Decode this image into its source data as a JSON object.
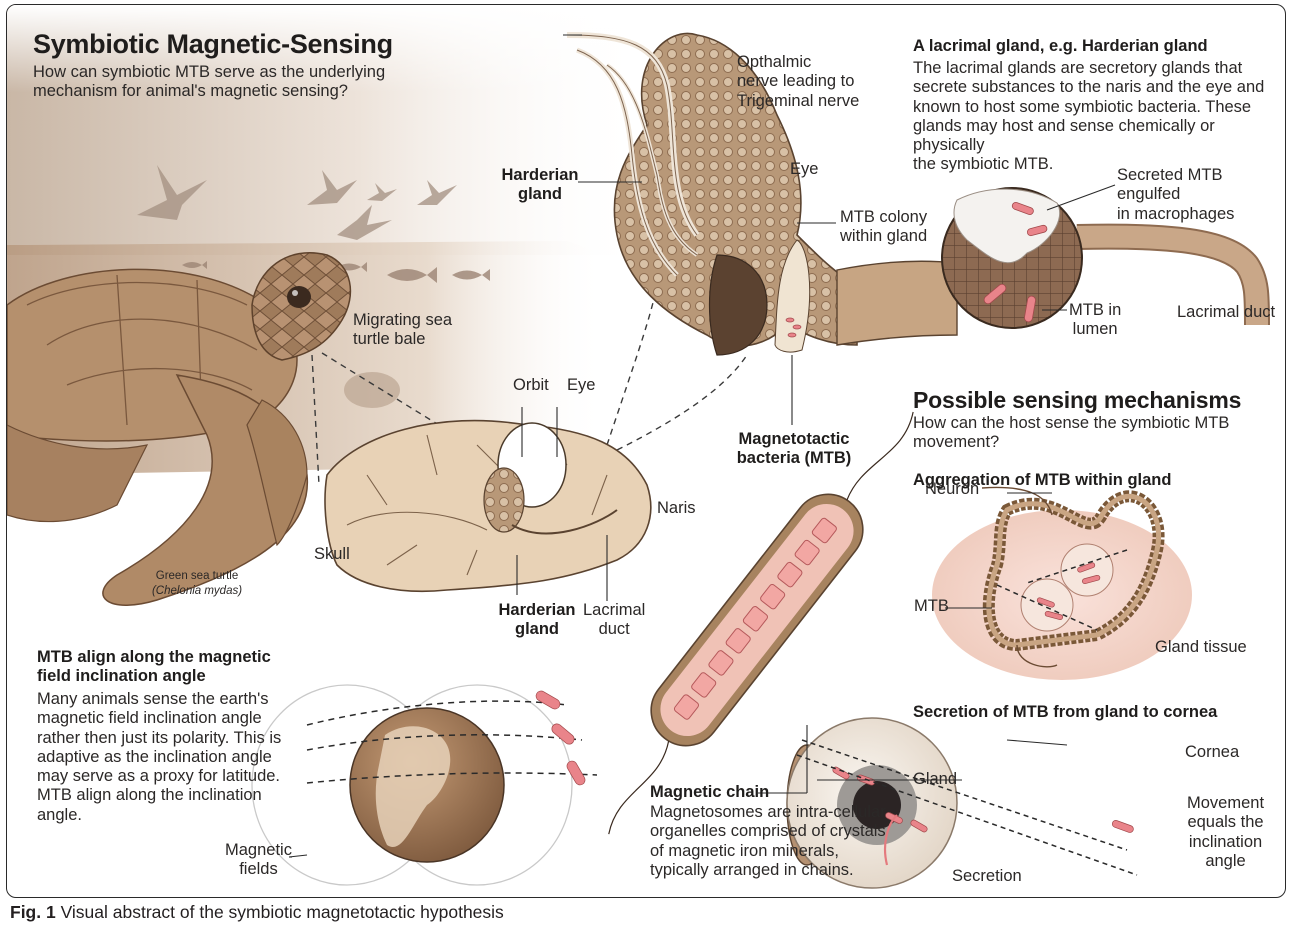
{
  "title": "Symbiotic Magnetic-Sensing",
  "subtitle": "How can symbiotic MTB serve as the underlying\nmechanism for animal's magnetic sensing?",
  "labels": {
    "opthalmic": "Opthalmic\nnerve leading to\nTrigeminal nerve",
    "eye_top": "Eye",
    "harderian_top": "Harderian\ngland",
    "mtb_colony": "MTB colony\nwithin gland",
    "migrating": "Migrating sea\nturtle bale",
    "orbit": "Orbit",
    "eye_skull": "Eye",
    "naris": "Naris",
    "skull": "Skull",
    "harderian_skull": "Harderian\ngland",
    "lacrimal_duct_skull": "Lacrimal\nduct",
    "turtle_name": "Green sea turtle",
    "turtle_latin": "(Chelonia mydas)",
    "mtb_bacteria": "Magnetotactic\nbacteria (MTB)",
    "secreted_mtb": "Secreted MTB engulfed\nin macrophages",
    "mtb_lumen": "MTB in\nlumen",
    "lacrimal_duct": "Lacrimal duct",
    "neuron": "Neuron",
    "mtb_agg": "MTB",
    "gland_tissue": "Gland tissue",
    "cornea": "Cornea",
    "gland": "Gland",
    "movement": "Movement\nequals the\ninclination\nangle",
    "secretion": "Secretion",
    "magnetic_fields": "Magnetic\nfields"
  },
  "lacrimal": {
    "heading": "A lacrimal gland, e.g. Harderian gland",
    "text": "The lacrimal glands are secretory glands that\nsecrete substances to the naris and the eye and\nknown to host some symbiotic bacteria. These\nglands may host and sense chemically or physically\nthe symbiotic MTB."
  },
  "sensing": {
    "heading": "Possible sensing mechanisms",
    "text": "How can the host sense the symbiotic MTB\nmovement?",
    "aggregation": "Aggregation of MTB within gland",
    "secretion_heading": "Secretion of MTB from gland to cornea"
  },
  "inclination": {
    "heading": "MTB align along the magnetic\nfield inclination angle",
    "text": "Many animals sense the earth's\nmagnetic field inclination angle\nrather then just its polarity. This is\nadaptive as the inclination angle\nmay serve as a proxy for latitude.\nMTB align along the inclination\nangle."
  },
  "chain": {
    "heading": "Magnetic chain",
    "text": "Magnetosomes are intra-cellular\norganelles comprised of crystals\nof magnetic iron minerals,\ntypically arranged in chains."
  },
  "caption": {
    "prefix": "Fig. 1",
    "text": " Visual abstract of the symbiotic magnetotactic hypothesis"
  },
  "colors": {
    "frame": "#2a2a2a",
    "skin": "#b88f6a",
    "bone": "#e6cfb2",
    "mtb": "#e9848a",
    "mtb_light": "#f3b1b0"
  }
}
